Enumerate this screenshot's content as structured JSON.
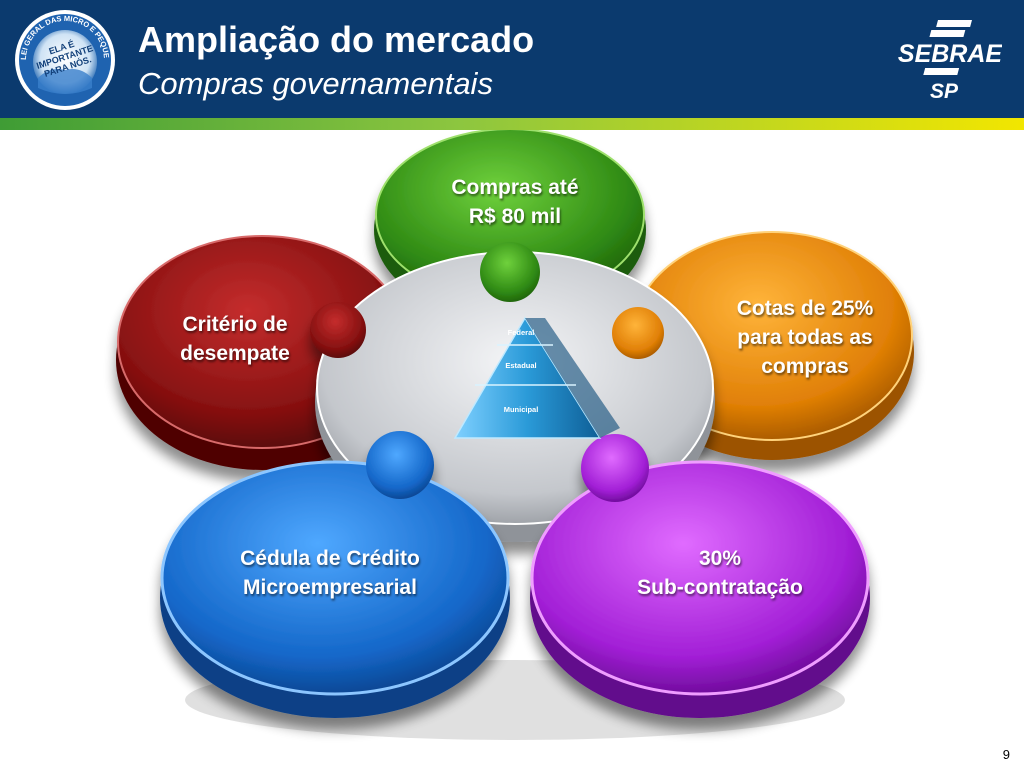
{
  "header": {
    "title": "Ampliação do mercado",
    "subtitle": "Compras governamentais",
    "logo_main": "SEBRAE",
    "logo_sub": "SP",
    "emblem_text_arc": "LEI GERAL DAS MICRO E PEQUENAS EMPRESAS",
    "emblem_text_center": [
      "ELA É",
      "IMPORTANTE",
      "PARA NÓS."
    ]
  },
  "diagram": {
    "petals": {
      "top": {
        "lines": [
          "Compras até",
          "R$ 80 mil"
        ],
        "color": "#3c9a1f"
      },
      "left": {
        "lines": [
          "Critério de",
          "desempate"
        ],
        "color": "#9c1a1a"
      },
      "right": {
        "lines": [
          "Cotas de 25%",
          "para todas as",
          "compras"
        ],
        "color": "#e08a0c"
      },
      "bottom_left": {
        "lines": [
          "Cédula de Crédito",
          "Microempresarial"
        ],
        "color": "#1d78d8"
      },
      "bottom_right": {
        "lines": [
          "30%",
          "Sub-contratação"
        ],
        "color": "#b02ad8"
      }
    },
    "pyramid": {
      "levels": [
        "Federal",
        "Estadual",
        "Municipal"
      ],
      "color": "#2a9ad8"
    }
  },
  "footer": {
    "page_number": "9"
  },
  "colors": {
    "header_bg": "#0b3a6e",
    "stripe_start": "#3f9c35",
    "stripe_end": "#f2e600",
    "center_gray": "#c9cbd0"
  }
}
